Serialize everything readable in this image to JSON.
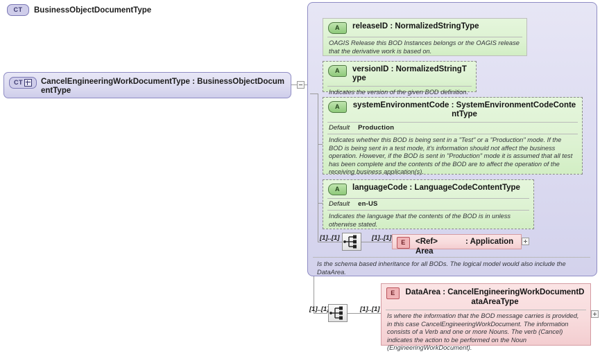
{
  "diagram": {
    "kind": "xsd-schema-diagram",
    "root": {
      "icon": "complextype-plus-icon",
      "badge": "CT",
      "label": "CancelEngineeringWorkDocumentType : BusinessObjectDocumentType",
      "toggle": "minus-toggle"
    },
    "container": {
      "badge": "CT",
      "title": "BusinessObjectDocumentType",
      "documentation": "Is the schema based inheritance for all BODs. The logical model would also include the DataArea."
    },
    "attributes": [
      {
        "badge": "A",
        "name": "releaseID : NormalizedStringType",
        "default_label": "",
        "default_value": "",
        "documentation": "OAGIS Release this BOD Instances belongs or the OAGIS release that the derivative work is based on."
      },
      {
        "badge": "A",
        "name": "versionID : NormalizedStringType",
        "default_label": "",
        "default_value": "",
        "documentation": "Indicates the version of the given BOD definition."
      },
      {
        "badge": "A",
        "name": "systemEnvironmentCode : SystemEnvironmentCodeContentType",
        "default_label": "Default",
        "default_value": "Production",
        "documentation": "Indicates whether this BOD is being sent in a \"Test\" or a \"Production\" mode. If the BOD is being sent in a test mode, it's information should not affect the business operation. However, if the BOD is sent in \"Production\" mode it is assumed that all test has been complete and the contents of the BOD are to affect the operation of the receiving business application(s)."
      },
      {
        "badge": "A",
        "name": "languageCode : LanguageCodeContentType",
        "default_label": "Default",
        "default_value": "en-US",
        "documentation": "Indicates the language that the contents of the BOD is in unless otherwise stated."
      }
    ],
    "sequences": [
      {
        "icon": "sequence-compositor-icon",
        "cardinality_left": "[1]..[1]",
        "cardinality_right": "[1]..[1]"
      },
      {
        "icon": "sequence-compositor-icon",
        "cardinality_left": "[1]..[1]",
        "cardinality_right": "[1]..[1]"
      }
    ],
    "elements": [
      {
        "badge": "E",
        "ref": "<Ref>",
        "name": ": ApplicationArea",
        "toggle": "plus-toggle",
        "documentation": ""
      },
      {
        "badge": "E",
        "name": "DataArea : CancelEngineeringWorkDocumentDataAreaType",
        "toggle": "plus-toggle",
        "documentation": "Is where the information that the BOD message carries is provided, in this case CancelEngineeringWorkDocument. The information consists of a Verb and one or more Nouns. The verb (Cancel) indicates the action to be performed on the Noun (EngineeringWorkDocument)."
      }
    ],
    "colors": {
      "complextype_fill": "#dddcf1",
      "complextype_border": "#8f8cc4",
      "attribute_fill": "#ddf2d2",
      "attribute_border": "#8a8a8a",
      "element_fill": "#f8dcdd",
      "element_border": "#d49ba2",
      "wire": "#9a9a9a",
      "background": "#ffffff"
    }
  }
}
